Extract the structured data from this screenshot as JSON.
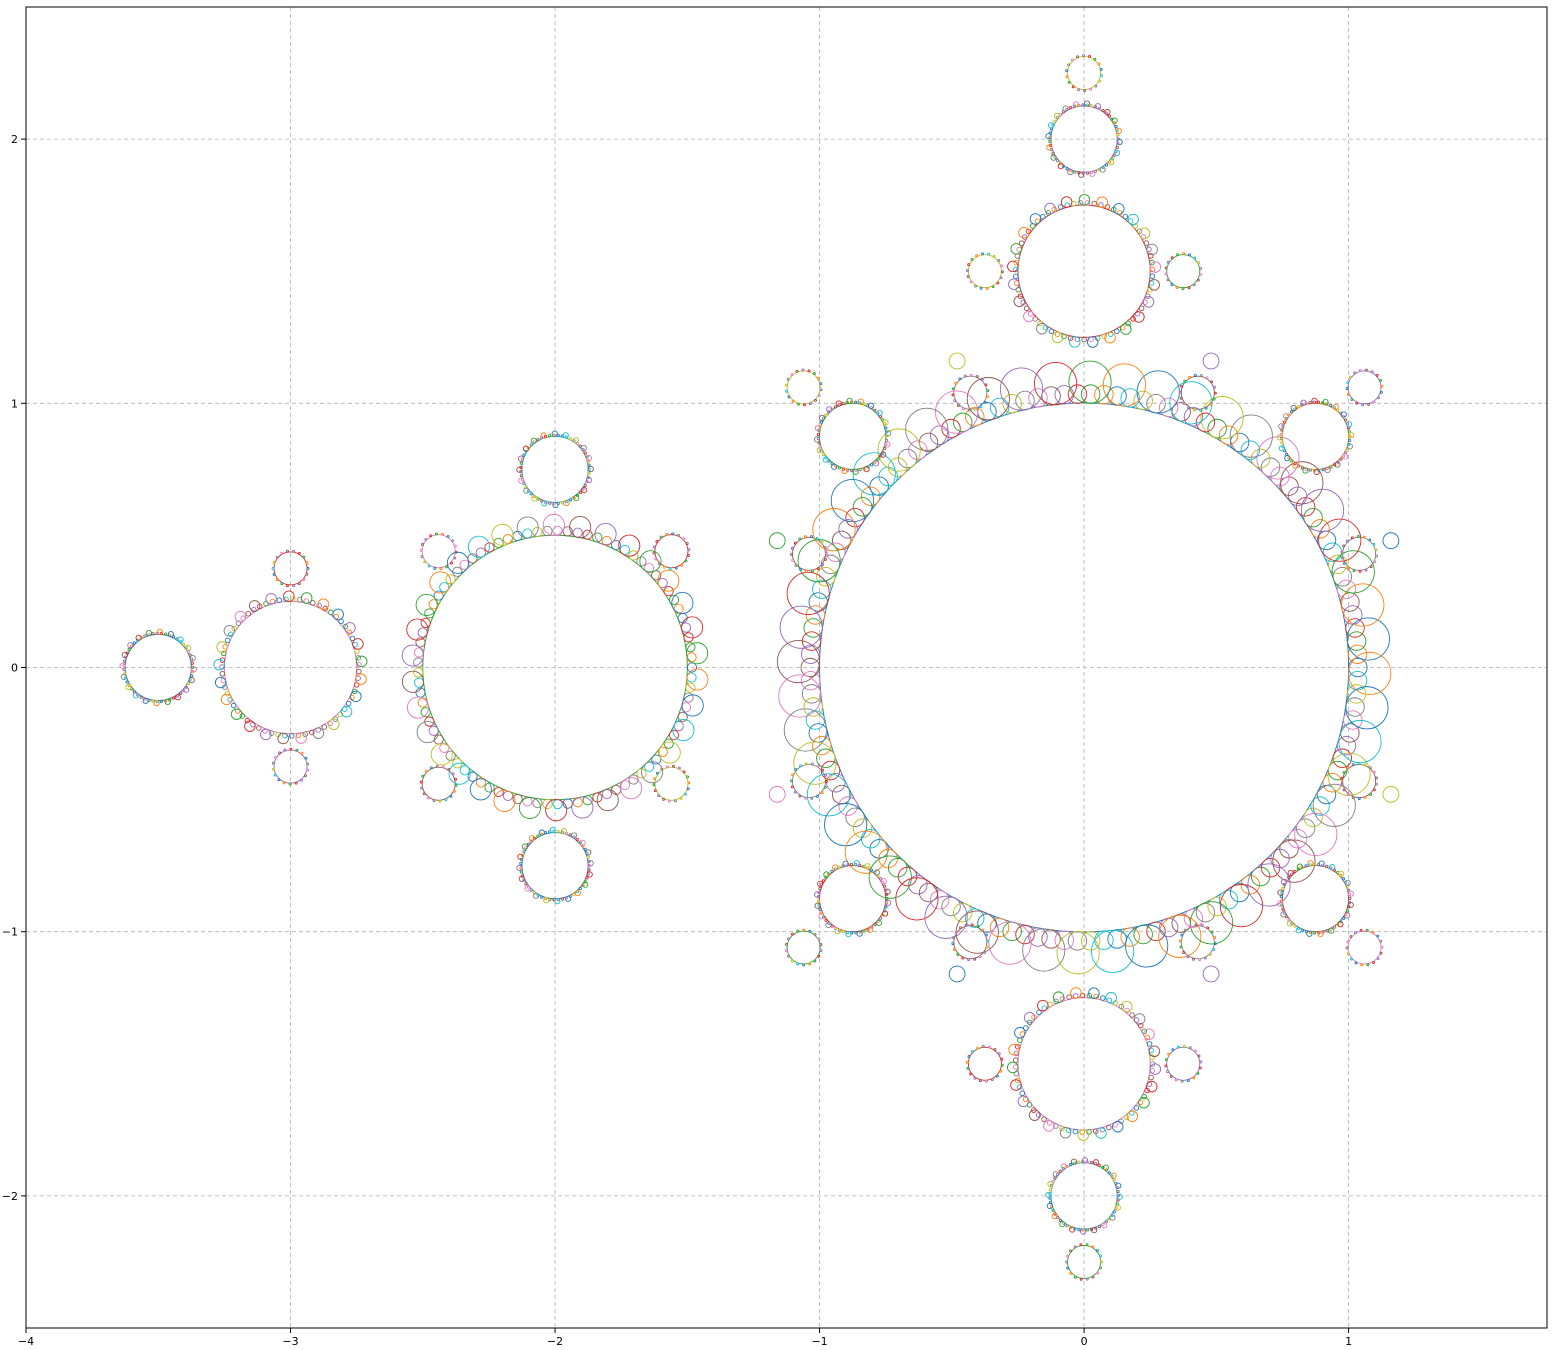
{
  "chart_data": {
    "type": "scatter",
    "title": "",
    "xlabel": "",
    "ylabel": "",
    "xlim": [
      -4,
      1.75
    ],
    "ylim": [
      -2.5,
      2.5
    ],
    "grid": true,
    "legend": "none",
    "aspect": "equal",
    "x_ticks": [
      {
        "value": -4,
        "label": "−4"
      },
      {
        "value": -3,
        "label": "−3"
      },
      {
        "value": -2,
        "label": "−2"
      },
      {
        "value": -1,
        "label": "−1"
      },
      {
        "value": 0,
        "label": "0"
      },
      {
        "value": 1,
        "label": "1"
      }
    ],
    "y_ticks": [
      {
        "value": -2,
        "label": "−2"
      },
      {
        "value": -1,
        "label": "−1"
      },
      {
        "value": 0,
        "label": "0"
      },
      {
        "value": 1,
        "label": "1"
      },
      {
        "value": 2,
        "label": "2"
      }
    ],
    "palette": [
      "#1f77b4",
      "#ff7f0e",
      "#2ca02c",
      "#d62728",
      "#9467bd",
      "#8c564b",
      "#e377c2",
      "#7f7f7f",
      "#bcbd22",
      "#17becf"
    ],
    "mark": "circle outline",
    "circles": [
      {
        "cx": 0,
        "cy": 0,
        "r": 1,
        "color": "#1f77b4"
      },
      {
        "cx": -2,
        "cy": 0,
        "r": 0.5,
        "color": "#2ca02c"
      },
      {
        "cx": -3,
        "cy": 0,
        "r": 0.25,
        "color": "#e377c2"
      },
      {
        "cx": -3.5,
        "cy": 0,
        "r": 0.125,
        "color": "#1f77b4"
      },
      {
        "cx": -2,
        "cy": 0.75,
        "r": 0.125,
        "color": "#17becf"
      },
      {
        "cx": -2,
        "cy": -0.75,
        "r": 0.125,
        "color": "#1f77b4"
      },
      {
        "cx": -3,
        "cy": 0.375,
        "r": 0.0625,
        "color": "#d62728"
      },
      {
        "cx": -3,
        "cy": -0.375,
        "r": 0.0625,
        "color": "#9467bd"
      },
      {
        "cx": -2.44,
        "cy": 0.44,
        "r": 0.0625,
        "color": "#e377c2"
      },
      {
        "cx": -1.56,
        "cy": 0.44,
        "r": 0.0625,
        "color": "#d62728"
      },
      {
        "cx": -2.44,
        "cy": -0.44,
        "r": 0.0625,
        "color": "#8c564b"
      },
      {
        "cx": -1.56,
        "cy": -0.44,
        "r": 0.0625,
        "color": "#bcbd22"
      },
      {
        "cx": 0,
        "cy": 1.5,
        "r": 0.25,
        "color": "#d62728"
      },
      {
        "cx": 0,
        "cy": -1.5,
        "r": 0.25,
        "color": "#e377c2"
      },
      {
        "cx": 0,
        "cy": 2,
        "r": 0.125,
        "color": "#9467bd"
      },
      {
        "cx": 0,
        "cy": -2,
        "r": 0.125,
        "color": "#17becf"
      },
      {
        "cx": 0,
        "cy": 2.25,
        "r": 0.0625,
        "color": "#bcbd22"
      },
      {
        "cx": 0,
        "cy": -2.25,
        "r": 0.0625,
        "color": "#2ca02c"
      },
      {
        "cx": 0.375,
        "cy": 1.5,
        "r": 0.0625,
        "color": "#2ca02c"
      },
      {
        "cx": -0.375,
        "cy": 1.5,
        "r": 0.0625,
        "color": "#bcbd22"
      },
      {
        "cx": 0.375,
        "cy": -1.5,
        "r": 0.0625,
        "color": "#9467bd"
      },
      {
        "cx": -0.375,
        "cy": -1.5,
        "r": 0.0625,
        "color": "#d62728"
      },
      {
        "cx": 0.875,
        "cy": 0.875,
        "r": 0.125,
        "color": "#ff7f0e"
      },
      {
        "cx": -0.875,
        "cy": 0.875,
        "r": 0.125,
        "color": "#2ca02c"
      },
      {
        "cx": 0.875,
        "cy": -0.875,
        "r": 0.125,
        "color": "#8c564b"
      },
      {
        "cx": -0.875,
        "cy": -0.875,
        "r": 0.125,
        "color": "#d62728"
      },
      {
        "cx": 1.06,
        "cy": 1.06,
        "r": 0.0625,
        "color": "#9467bd"
      },
      {
        "cx": -1.06,
        "cy": 1.06,
        "r": 0.0625,
        "color": "#bcbd22"
      },
      {
        "cx": 1.06,
        "cy": -1.06,
        "r": 0.0625,
        "color": "#e377c2"
      },
      {
        "cx": -1.06,
        "cy": -1.06,
        "r": 0.0625,
        "color": "#2ca02c"
      },
      {
        "cx": 0.43,
        "cy": 1.04,
        "r": 0.0625,
        "color": "#8c564b"
      },
      {
        "cx": -0.43,
        "cy": 1.04,
        "r": 0.0625,
        "color": "#7f7f7f"
      },
      {
        "cx": 0.43,
        "cy": -1.04,
        "r": 0.0625,
        "color": "#7f7f7f"
      },
      {
        "cx": -0.43,
        "cy": -1.04,
        "r": 0.0625,
        "color": "#8c564b"
      },
      {
        "cx": 1.04,
        "cy": 0.43,
        "r": 0.0625,
        "color": "#7f7f7f"
      },
      {
        "cx": -1.04,
        "cy": 0.43,
        "r": 0.0625,
        "color": "#8c564b"
      },
      {
        "cx": 1.04,
        "cy": -0.43,
        "r": 0.0625,
        "color": "#8c564b"
      },
      {
        "cx": -1.04,
        "cy": -0.43,
        "r": 0.0625,
        "color": "#7f7f7f"
      },
      {
        "cx": 1.16,
        "cy": 0.48,
        "r": 0.03,
        "color": "#1f77b4"
      },
      {
        "cx": -1.16,
        "cy": 0.48,
        "r": 0.03,
        "color": "#2ca02c"
      },
      {
        "cx": 1.16,
        "cy": -0.48,
        "r": 0.03,
        "color": "#bcbd22"
      },
      {
        "cx": -1.16,
        "cy": -0.48,
        "r": 0.03,
        "color": "#e377c2"
      },
      {
        "cx": 0.48,
        "cy": 1.16,
        "r": 0.03,
        "color": "#9467bd"
      },
      {
        "cx": -0.48,
        "cy": 1.16,
        "r": 0.03,
        "color": "#bcbd22"
      },
      {
        "cx": 0.48,
        "cy": -1.16,
        "r": 0.03,
        "color": "#9467bd"
      },
      {
        "cx": -0.48,
        "cy": -1.16,
        "r": 0.03,
        "color": "#1f77b4"
      }
    ]
  }
}
